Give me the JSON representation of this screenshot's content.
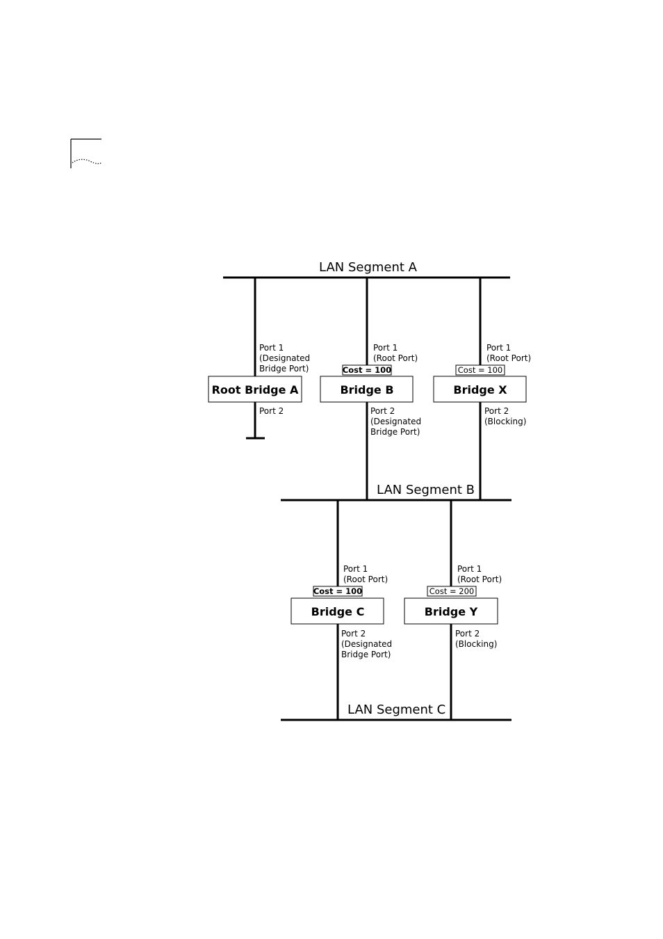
{
  "diagram": {
    "segments": {
      "a": "LAN Segment A",
      "b": "LAN Segment B",
      "c": "LAN Segment C"
    },
    "bridges": {
      "root_a": {
        "name": "Root Bridge A",
        "port1": [
          "Port 1",
          "(Designated",
          "Bridge Port)"
        ],
        "port2": [
          "Port 2"
        ]
      },
      "b": {
        "name": "Bridge B",
        "cost": "Cost = 100",
        "port1": [
          "Port 1",
          "(Root Port)"
        ],
        "port2": [
          "Port 2",
          "(Designated",
          "Bridge Port)"
        ]
      },
      "x": {
        "name": "Bridge X",
        "cost": "Cost = 100",
        "port1": [
          "Port 1",
          "(Root Port)"
        ],
        "port2": [
          "Port 2",
          "(Blocking)"
        ]
      },
      "c": {
        "name": "Bridge C",
        "cost": "Cost = 100",
        "port1": [
          "Port 1",
          "(Root Port)"
        ],
        "port2": [
          "Port 2",
          "(Designated",
          "Bridge Port)"
        ]
      },
      "y": {
        "name": "Bridge Y",
        "cost": "Cost = 200",
        "port1": [
          "Port 1",
          "(Root Port)"
        ],
        "port2": [
          "Port 2",
          "(Blocking)"
        ]
      }
    }
  }
}
